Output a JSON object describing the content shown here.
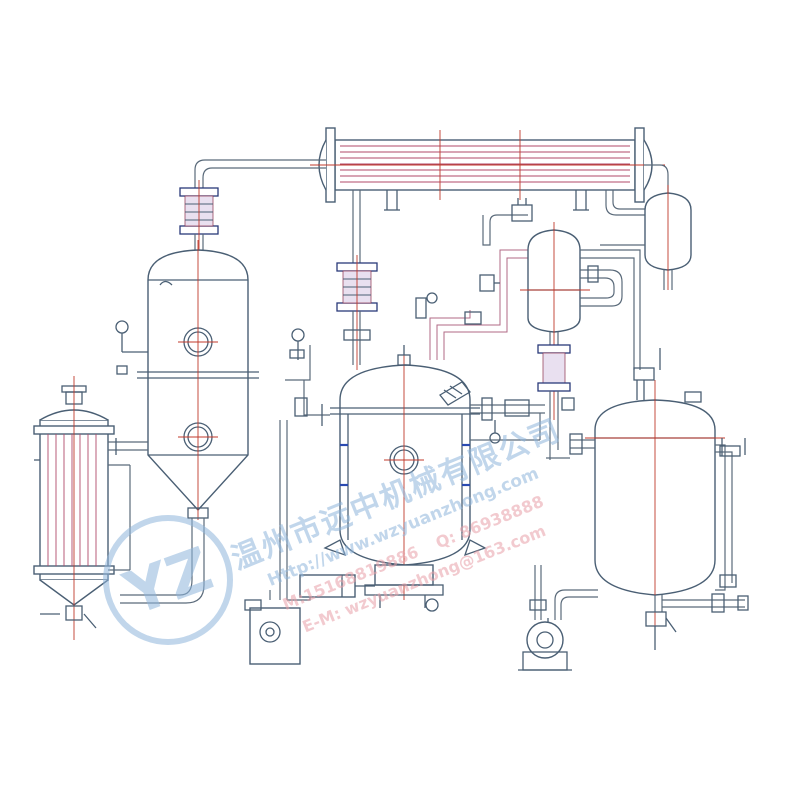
{
  "diagram": {
    "background": "#ffffff",
    "line_color": "#4a5f74",
    "centerline_color": "#c0392b",
    "tube_color": "#b04a6a",
    "watermark_color": "#8fb6dc"
  },
  "watermark": {
    "logo_letters": "YZ",
    "company": "温州市远中机械有限公司",
    "url": "Http://www.wzyuanzhong.com",
    "mobile": "M:15168819886",
    "qq": "Q: 86938888",
    "email": "E-M: wzyuanzhong@163.com"
  }
}
